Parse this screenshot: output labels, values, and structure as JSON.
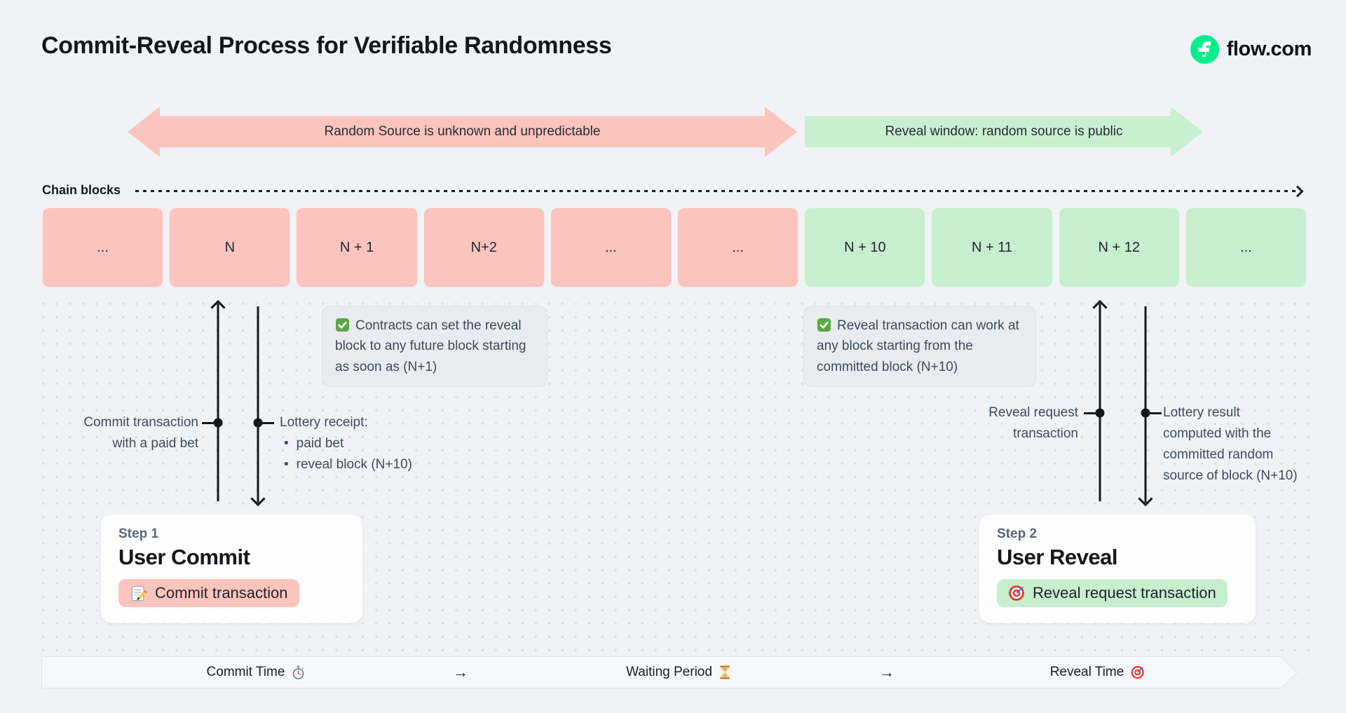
{
  "page": {
    "title": "Commit-Reveal Process for Verifiable Randomness",
    "brand": "flow.com"
  },
  "colors": {
    "background": "#F1F2F6",
    "pink": "#FBC4BD",
    "green_block": "#C7EECE",
    "green_band": "#C9EFD1",
    "flow_green": "#00EF8B",
    "slate_text": "#3E4A5E",
    "dark_text": "#15171C",
    "note_bg": "#E9EBF0"
  },
  "bands": {
    "unpredictable": "Random Source is unknown and unpredictable",
    "reveal": "Reveal window: random source is public"
  },
  "chain": {
    "label": "Chain blocks",
    "blocks": [
      {
        "label": "...",
        "phase": "pink"
      },
      {
        "label": "N",
        "phase": "pink"
      },
      {
        "label": "N + 1",
        "phase": "pink"
      },
      {
        "label": "N+2",
        "phase": "pink"
      },
      {
        "label": "...",
        "phase": "pink"
      },
      {
        "label": "...",
        "phase": "pink"
      },
      {
        "label": "N + 10",
        "phase": "green"
      },
      {
        "label": "N + 11",
        "phase": "green"
      },
      {
        "label": "N + 12",
        "phase": "green"
      },
      {
        "label": "...",
        "phase": "green"
      }
    ]
  },
  "notes": [
    {
      "icon": "check",
      "text": "Contracts can set the reveal block to any future block starting as soon as (N+1)"
    },
    {
      "icon": "check",
      "text": "Reveal transaction can work at any block starting from the committed block (N+10)"
    }
  ],
  "annotations": {
    "commit": {
      "line1": "Commit transaction",
      "line2": "with a paid bet"
    },
    "receipt": {
      "title": "Lottery receipt:",
      "bullets": [
        "paid bet",
        "reveal block (N+10)"
      ]
    },
    "reveal": {
      "line1": "Reveal request",
      "line2": "transaction"
    },
    "result": {
      "line1": "Lottery result",
      "line2": "computed with the",
      "line3": "committed random",
      "line4": "source of block (N+10)"
    }
  },
  "steps": [
    {
      "label": "Step 1",
      "title": "User Commit",
      "pill": "Commit transaction",
      "icon": "memo"
    },
    {
      "label": "Step 2",
      "title": "User Reveal",
      "pill": "Reveal request transaction",
      "icon": "target"
    }
  ],
  "timeline": {
    "items": [
      {
        "label": "Commit Time",
        "icon": "stopwatch"
      },
      {
        "label": "Waiting Period",
        "icon": "hourglass"
      },
      {
        "label": "Reveal Time",
        "icon": "target"
      }
    ],
    "arrow_glyph": "→"
  }
}
